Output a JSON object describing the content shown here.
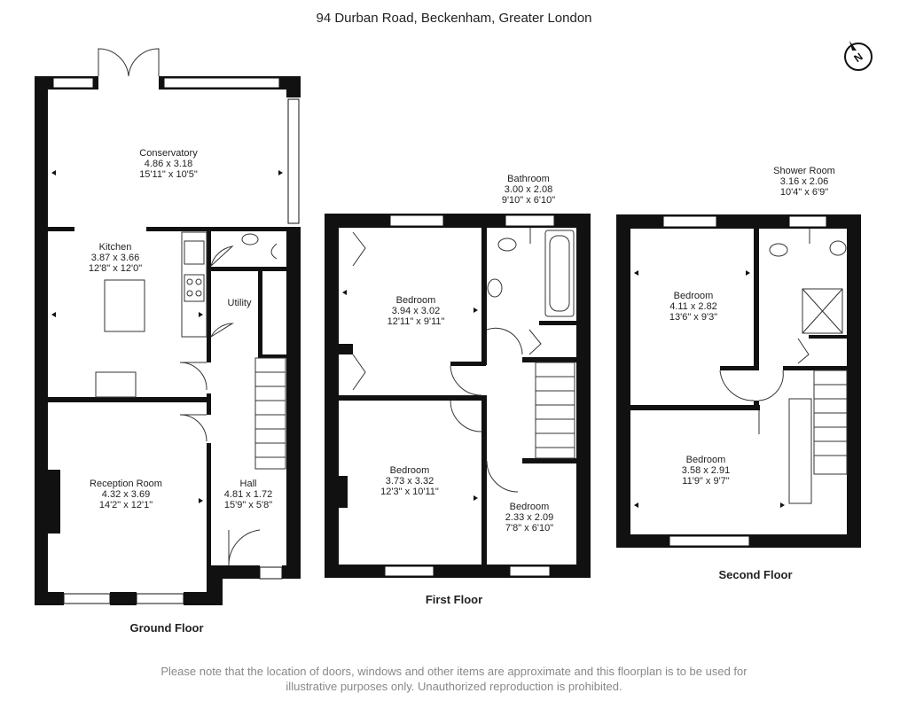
{
  "title": "94 Durban Road, Beckenham, Greater London",
  "floors": {
    "ground": "Ground Floor",
    "first": "First Floor",
    "second": "Second Floor"
  },
  "rooms": {
    "conservatory": {
      "name": "Conservatory",
      "metric": "4.86 x 3.18",
      "imperial": "15'11\" x 10'5\""
    },
    "kitchen": {
      "name": "Kitchen",
      "metric": "3.87 x 3.66",
      "imperial": "12'8\" x 12'0\""
    },
    "utility": {
      "name": "Utility"
    },
    "reception": {
      "name": "Reception Room",
      "metric": "4.32 x 3.69",
      "imperial": "14'2\" x 12'1\""
    },
    "hall": {
      "name": "Hall",
      "metric": "4.81 x 1.72",
      "imperial": "15'9\" x 5'8\""
    },
    "bathroom": {
      "name": "Bathroom",
      "metric": "3.00 x 2.08",
      "imperial": "9'10\" x 6'10\""
    },
    "ff_bedroom1": {
      "name": "Bedroom",
      "metric": "3.94 x 3.02",
      "imperial": "12'11\" x 9'11\""
    },
    "ff_bedroom2": {
      "name": "Bedroom",
      "metric": "3.73 x 3.32",
      "imperial": "12'3\" x 10'11\""
    },
    "ff_bedroom3": {
      "name": "Bedroom",
      "metric": "2.33 x 2.09",
      "imperial": "7'8\" x 6'10\""
    },
    "shower": {
      "name": "Shower Room",
      "metric": "3.16 x 2.06",
      "imperial": "10'4\" x 6'9\""
    },
    "sf_bedroom1": {
      "name": "Bedroom",
      "metric": "4.11 x 2.82",
      "imperial": "13'6\" x 9'3\""
    },
    "sf_bedroom2": {
      "name": "Bedroom",
      "metric": "3.58 x 2.91",
      "imperial": "11'9\" x 9'7\""
    }
  },
  "compass_letter": "N",
  "disclaimer": {
    "line1": "Please note that the location of doors, windows and other items are approximate and this floorplan is to be used for",
    "line2": "illustrative purposes only. Unauthorized reproduction is prohibited."
  },
  "colors": {
    "wall": "#111111",
    "window": "#ffffff",
    "text": "#222222",
    "note": "#888888"
  }
}
